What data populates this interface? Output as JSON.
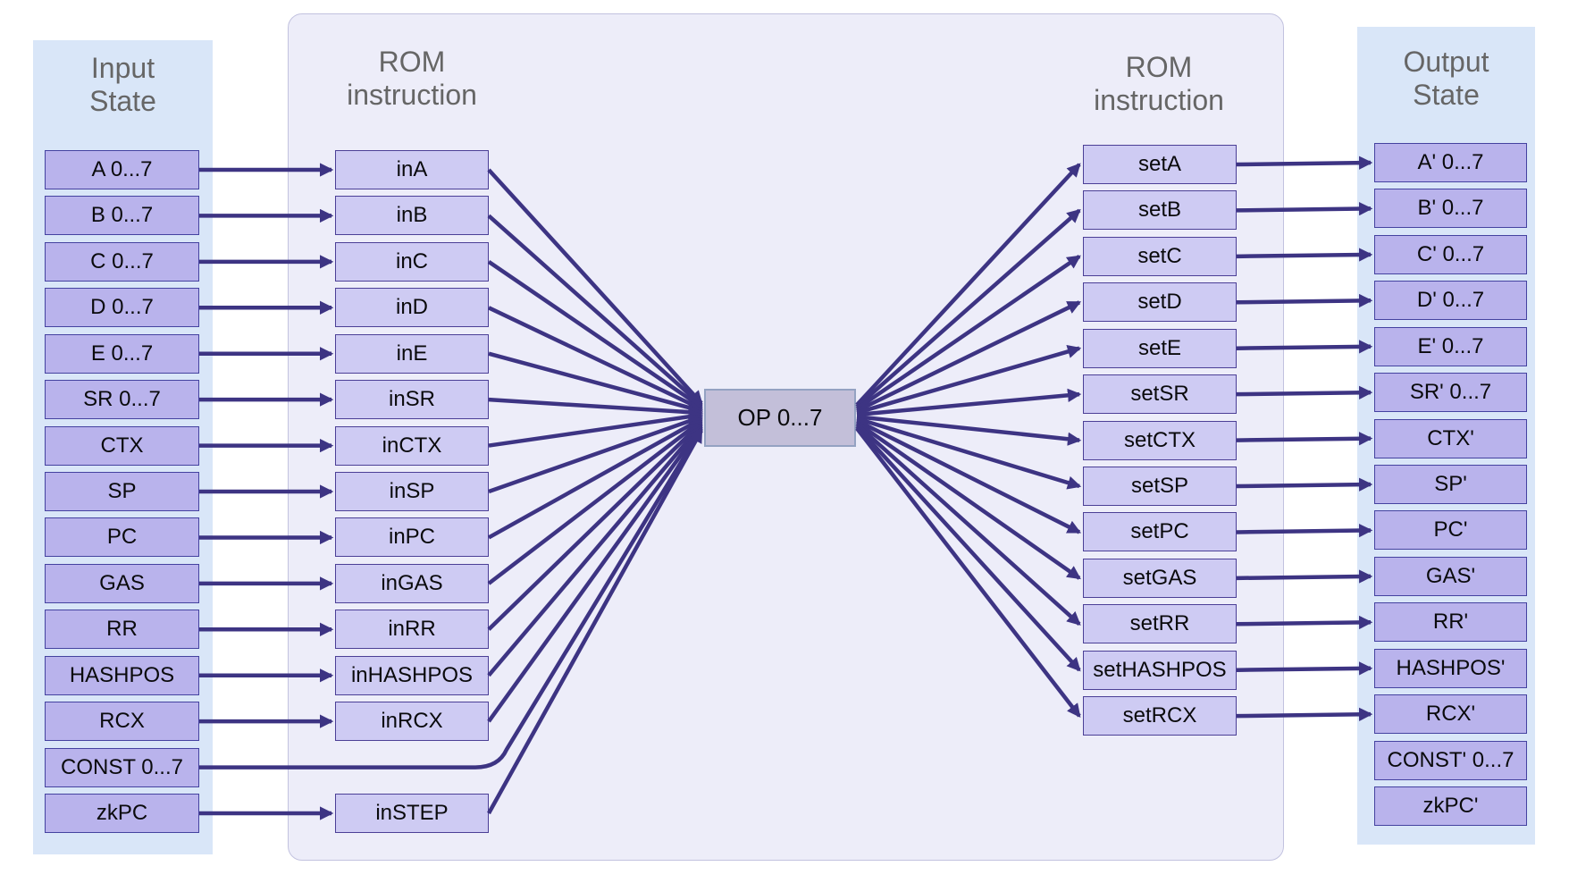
{
  "headers": {
    "input_state": "Input\nState",
    "rom_left": "ROM\ninstruction",
    "rom_right": "ROM\ninstruction",
    "output_state": "Output\nState"
  },
  "op": {
    "label": "OP 0...7"
  },
  "columns": {
    "input": {
      "items": [
        "A 0...7",
        "B 0...7",
        "C 0...7",
        "D 0...7",
        "E 0...7",
        "SR 0...7",
        "CTX",
        "SP",
        "PC",
        "GAS",
        "RR",
        "HASHPOS",
        "RCX",
        "CONST 0...7",
        "zkPC"
      ]
    },
    "rom_in": {
      "items": [
        {
          "label": "inA",
          "row": 0
        },
        {
          "label": "inB",
          "row": 1
        },
        {
          "label": "inC",
          "row": 2
        },
        {
          "label": "inD",
          "row": 3
        },
        {
          "label": "inE",
          "row": 4
        },
        {
          "label": "inSR",
          "row": 5
        },
        {
          "label": "inCTX",
          "row": 6
        },
        {
          "label": "inSP",
          "row": 7
        },
        {
          "label": "inPC",
          "row": 8
        },
        {
          "label": "inGAS",
          "row": 9
        },
        {
          "label": "inRR",
          "row": 10
        },
        {
          "label": "inHASHPOS",
          "row": 11
        },
        {
          "label": "inRCX",
          "row": 12
        },
        {
          "label": "inSTEP",
          "row": 14
        }
      ]
    },
    "rom_set": {
      "items": [
        "setA",
        "setB",
        "setC",
        "setD",
        "setE",
        "setSR",
        "setCTX",
        "setSP",
        "setPC",
        "setGAS",
        "setRR",
        "setHASHPOS",
        "setRCX"
      ]
    },
    "output": {
      "items": [
        "A' 0...7",
        "B' 0...7",
        "C' 0...7",
        "D' 0...7",
        "E' 0...7",
        "SR' 0...7",
        "CTX'",
        "SP'",
        "PC'",
        "GAS'",
        "RR'",
        "HASHPOS'",
        "RCX'",
        "CONST' 0...7",
        "zkPC'"
      ]
    }
  },
  "edges": {
    "state_to_instruction": [
      [
        "A 0...7",
        "inA"
      ],
      [
        "B 0...7",
        "inB"
      ],
      [
        "C 0...7",
        "inC"
      ],
      [
        "D 0...7",
        "inD"
      ],
      [
        "E 0...7",
        "inE"
      ],
      [
        "SR 0...7",
        "inSR"
      ],
      [
        "CTX",
        "inCTX"
      ],
      [
        "SP",
        "inSP"
      ],
      [
        "PC",
        "inPC"
      ],
      [
        "GAS",
        "inGAS"
      ],
      [
        "RR",
        "inRR"
      ],
      [
        "HASHPOS",
        "inHASHPOS"
      ],
      [
        "RCX",
        "inRCX"
      ],
      [
        "zkPC",
        "inSTEP"
      ]
    ],
    "instruction_to_op": [
      "inA",
      "inB",
      "inC",
      "inD",
      "inE",
      "inSR",
      "inCTX",
      "inSP",
      "inPC",
      "inGAS",
      "inRR",
      "inHASHPOS",
      "inRCX",
      "inSTEP"
    ],
    "direct_to_op": [
      "CONST 0...7"
    ],
    "op_to_instruction": [
      "setA",
      "setB",
      "setC",
      "setD",
      "setE",
      "setSR",
      "setCTX",
      "setSP",
      "setPC",
      "setGAS",
      "setRR",
      "setHASHPOS",
      "setRCX"
    ],
    "instruction_to_state": [
      [
        "setA",
        "A' 0...7"
      ],
      [
        "setB",
        "B' 0...7"
      ],
      [
        "setC",
        "C' 0...7"
      ],
      [
        "setD",
        "D' 0...7"
      ],
      [
        "setE",
        "E' 0...7"
      ],
      [
        "setSR",
        "SR' 0...7"
      ],
      [
        "setCTX",
        "CTX'"
      ],
      [
        "setSP",
        "SP'"
      ],
      [
        "setPC",
        "PC'"
      ],
      [
        "setGAS",
        "GAS'"
      ],
      [
        "setRR",
        "RR'"
      ],
      [
        "setHASHPOS",
        "HASHPOS'"
      ],
      [
        "setRCX",
        "RCX'"
      ]
    ]
  },
  "colors": {
    "background": "#ffffff",
    "arrow": "#3d3483",
    "stateFill": "#b9b3ec",
    "stateBorder": "#4442a0",
    "instrFill": "#cecbf3",
    "instrBorder": "#4b3f96",
    "opFill": "#c3bfd9",
    "opBorder": "#94a2c2",
    "panelBlue": "#d9e6f8",
    "panelLavender": "#ededf9",
    "panelLavenderBorder": "#c2c2df",
    "headerText": "#666666",
    "boxText": "#0a0a0c"
  }
}
